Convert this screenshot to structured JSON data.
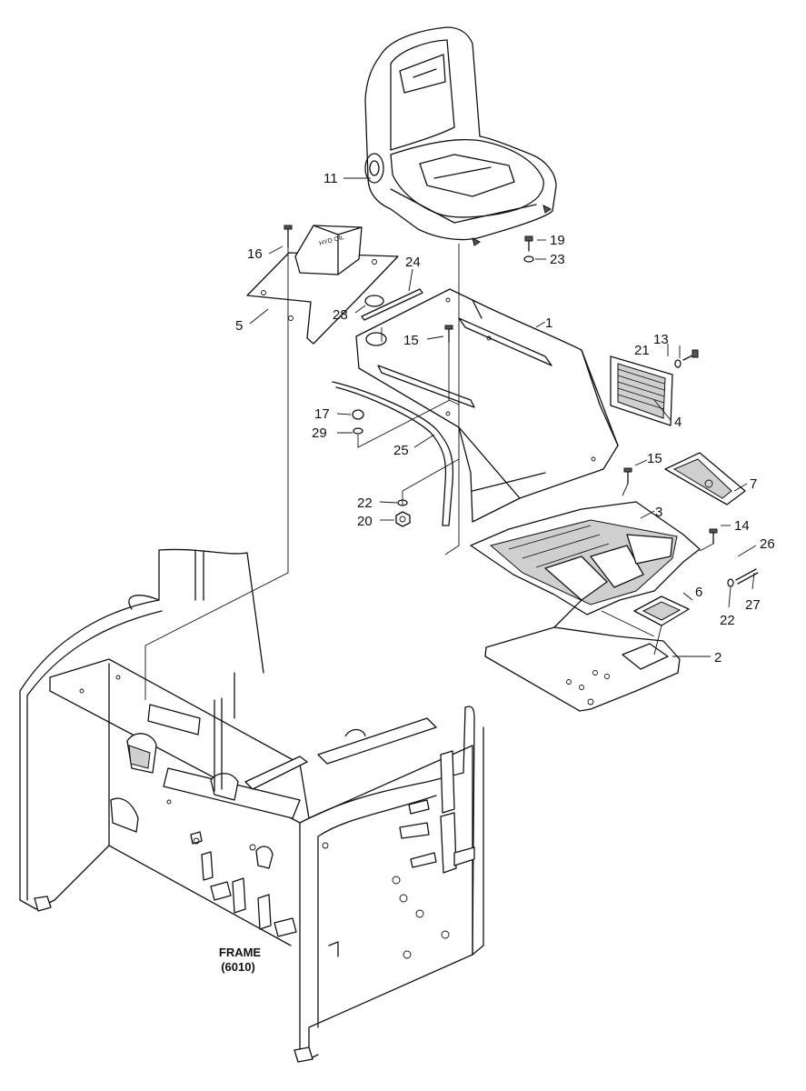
{
  "callouts": {
    "c1": "1",
    "c2": "2",
    "c3": "3",
    "c4": "4",
    "c5": "5",
    "c6": "6",
    "c7": "7",
    "c11": "11",
    "c13": "13",
    "c14": "14",
    "c15a": "15",
    "c15b": "15",
    "c16": "16",
    "c17": "17",
    "c19": "19",
    "c20": "20",
    "c21": "21",
    "c22a": "22",
    "c22b": "22",
    "c23": "23",
    "c24": "24",
    "c25": "25",
    "c26": "26",
    "c27": "27",
    "c28": "28",
    "c29": "29"
  },
  "frame_label": {
    "line1": "FRAME",
    "line2": "(6010)"
  },
  "cover_stamp": "HYD OIL"
}
